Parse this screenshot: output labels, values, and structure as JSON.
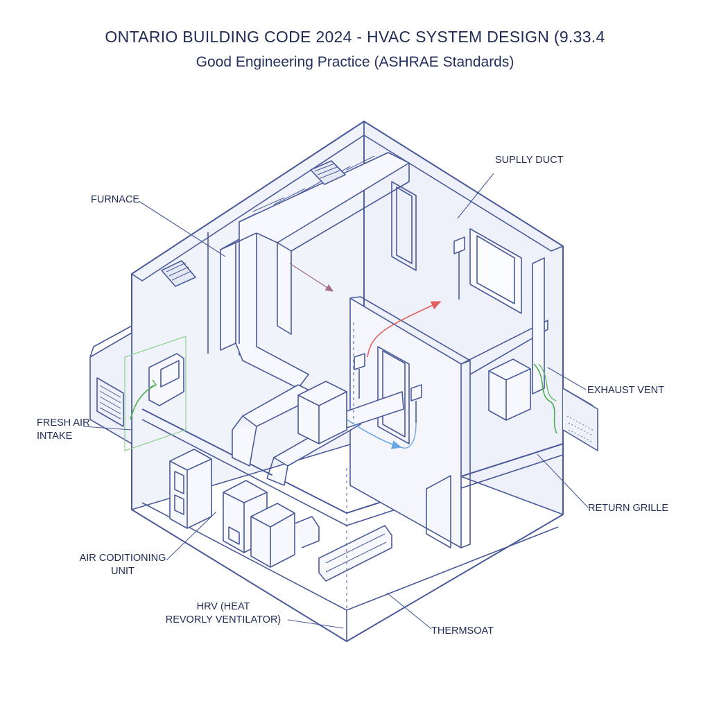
{
  "header": {
    "title": "ONTARIO BUILDING CODE 2024 - HVAC SYSTEM DESIGN (9.33.4",
    "subtitle": "Good Engineering Practice (ASHRAE Standards)"
  },
  "labels": {
    "furnace": "FURNACE",
    "supply_duct": "SUPLLY DUCT",
    "exhaust_vent": "EXHAUST VENT",
    "fresh_air_1": "FRESH AIR",
    "fresh_air_2": "INTAKE",
    "return_grille": "RETURN GRILLE",
    "ac_1": "AIR CODITIONING",
    "ac_2": "UNIT",
    "hrv_1": "HRV (HEAT",
    "hrv_2": "REVORLY VENTILATOR)",
    "thermostat": "THERMSOAT"
  },
  "colors": {
    "line": "#4a5a9a",
    "fill": "#eef1fa",
    "supply_arrow": "#e06060",
    "return_arrow": "#6aa6e6",
    "fresh_air": "#4caf50",
    "text": "#1f2a55"
  }
}
